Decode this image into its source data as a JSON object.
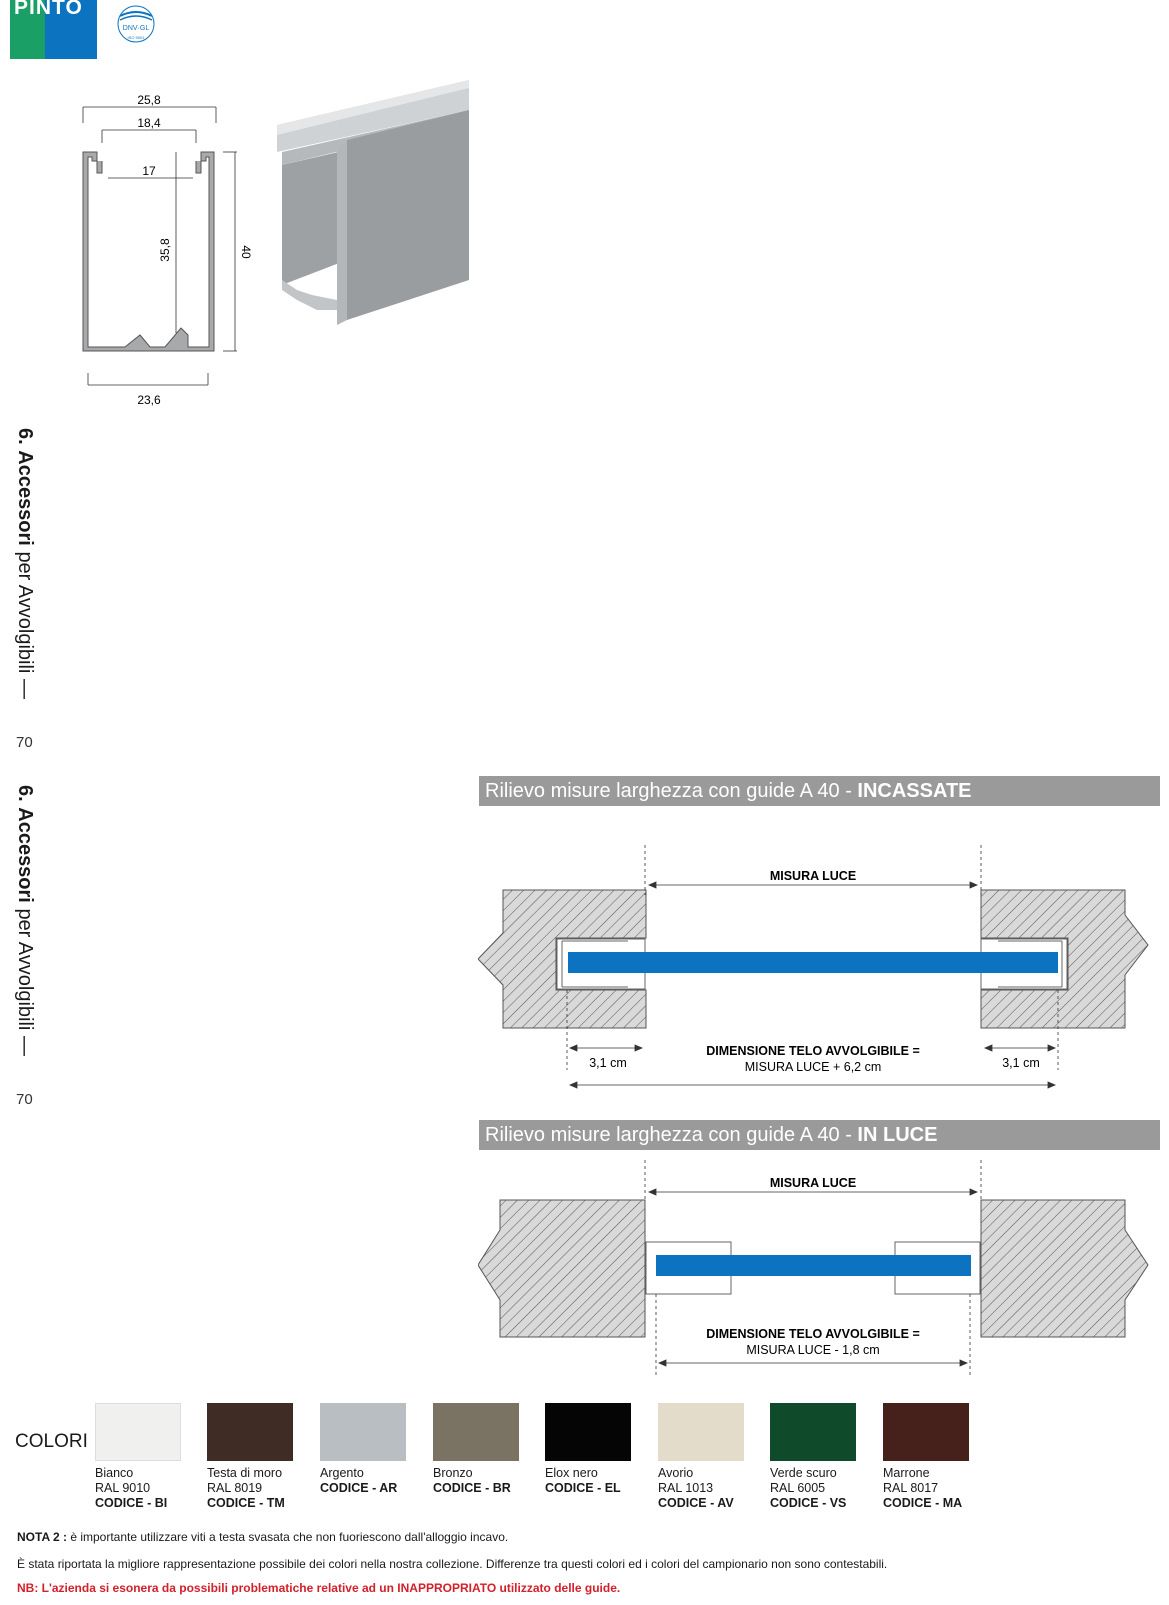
{
  "brand": {
    "logo_text": "PINTO",
    "cert_text": "DNV·GL",
    "cert_sub": "ISO 9001"
  },
  "side_title": {
    "number": "6.",
    "bold": "Accessori",
    "rest": "per Avvolgibili",
    "dash": "—",
    "page": "70"
  },
  "profile_dims": {
    "d1": "25,8",
    "d2": "18,4",
    "d3": "17",
    "d4": "35,8",
    "d5": "40",
    "d6": "23,6"
  },
  "section1": {
    "title_prefix": "Rilievo misure larghezza con guide A 40 - ",
    "title_bold": "INCASSATE",
    "misura_luce": "MISURA LUCE",
    "dim_line1": "DIMENSIONE TELO AVVOLGIBILE =",
    "dim_line2": "MISURA LUCE + 6,2 cm",
    "left_cm": "3,1 cm",
    "right_cm": "3,1 cm"
  },
  "section2": {
    "title_prefix": "Rilievo misure larghezza con guide A 40 - ",
    "title_bold": "IN LUCE",
    "misura_luce": "MISURA LUCE",
    "dim_line1": "DIMENSIONE TELO AVVOLGIBILE =",
    "dim_line2": "MISURA LUCE - 1,8 cm"
  },
  "colors": {
    "label": "COLORI",
    "items": [
      {
        "name": "Bianco",
        "ral": "RAL 9010",
        "code": "CODICE - BI",
        "hex": "#f0f0ee"
      },
      {
        "name": "Testa di moro",
        "ral": "RAL 8019",
        "code": "CODICE - TM",
        "hex": "#3e2c25"
      },
      {
        "name": "Argento",
        "ral": "",
        "code": "CODICE - AR",
        "hex": "#b9bec2"
      },
      {
        "name": "Bronzo",
        "ral": "",
        "code": "CODICE - BR",
        "hex": "#7a7263"
      },
      {
        "name": "Elox nero",
        "ral": "",
        "code": "CODICE - EL",
        "hex": "#050505"
      },
      {
        "name": "Avorio",
        "ral": "RAL 1013",
        "code": "CODICE - AV",
        "hex": "#e4dccb"
      },
      {
        "name": "Verde scuro",
        "ral": "RAL 6005",
        "code": "CODICE - VS",
        "hex": "#0f4a2b"
      },
      {
        "name": "Marrone",
        "ral": "RAL 8017",
        "code": "CODICE - MA",
        "hex": "#46201a"
      }
    ]
  },
  "notes": {
    "nota2_label": "NOTA 2 :",
    "nota2_text": " è importante utilizzare viti a testa svasata che non fuoriescono dall'alloggio incavo.",
    "disclaimer": "È stata riportata la migliore rappresentazione possibile dei colori nella nostra collezione. Differenze tra questi colori ed i colori del campionario non sono contestabili.",
    "nb": "NB: L'azienda si esonera da possibili problematiche relative ad un INAPPROPRIATO utilizzato delle guide."
  },
  "palette": {
    "blue": "#0b73c0",
    "green": "#1aa067",
    "banner": "#9a9a9a",
    "red": "#d3202a",
    "hatch": "#d9d9d9"
  }
}
